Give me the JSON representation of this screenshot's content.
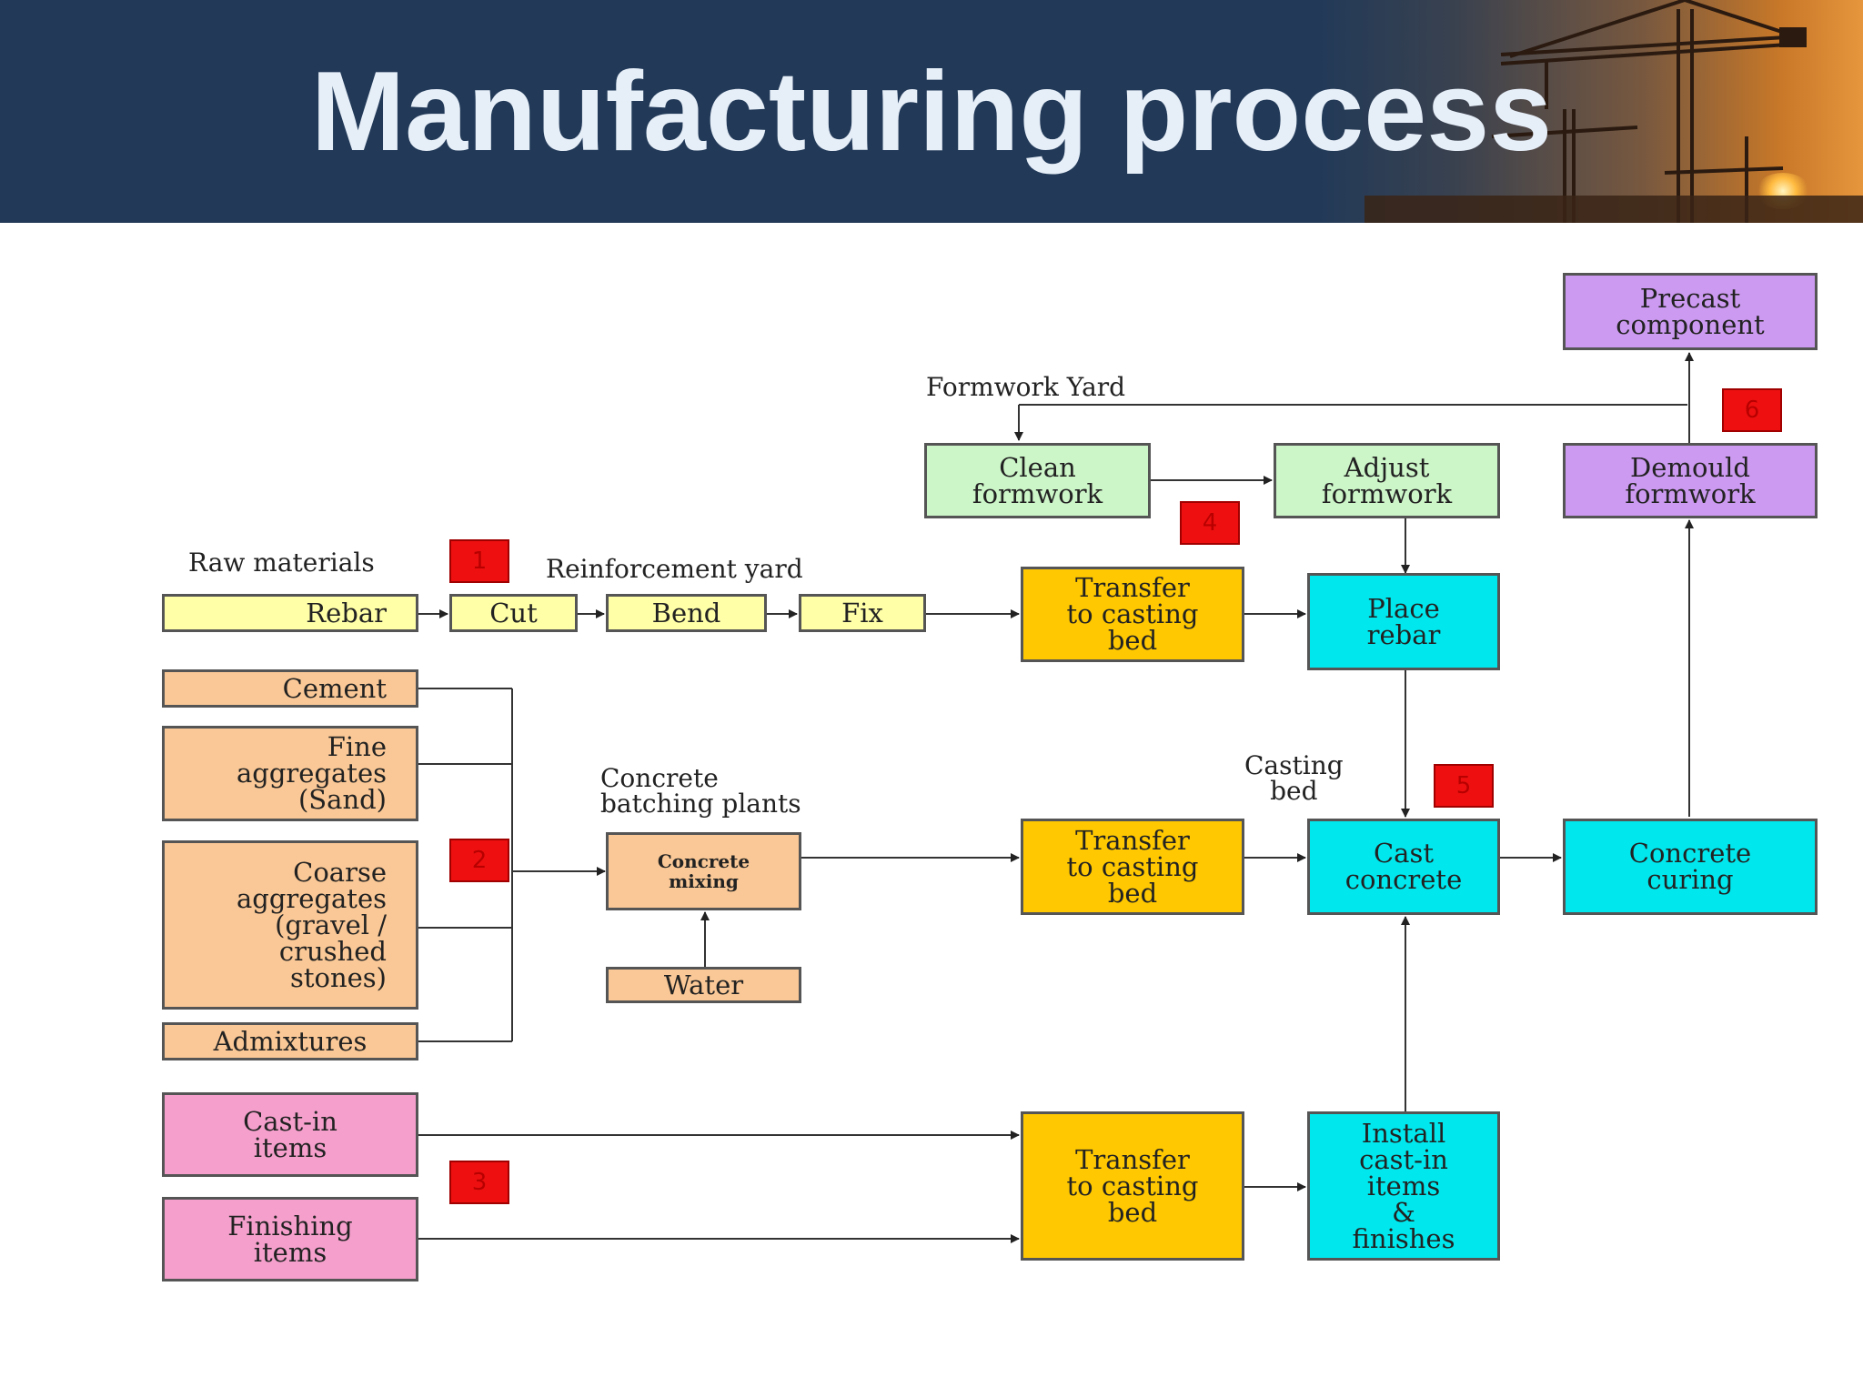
{
  "slide": {
    "title": "Manufacturing process"
  },
  "labels": {
    "raw_materials": "Raw materials",
    "reinforcement_yard": "Reinforcement yard",
    "formwork_yard": "Formwork Yard",
    "batching_plants": "Concrete\nbatching plants",
    "casting_bed": "Casting\nbed"
  },
  "boxes": {
    "rebar": "Rebar",
    "cut": "Cut",
    "bend": "Bend",
    "fix": "Fix",
    "cement": "Cement",
    "fine_aggregates": "Fine\naggregates\n(Sand)",
    "coarse_aggregates": "Coarse\naggregates\n(gravel /\ncrushed\nstones)",
    "admixtures": "Admixtures",
    "concrete_mixing": "Concrete\nmixing",
    "water": "Water",
    "cast_in_items": "Cast-in\nitems",
    "finishing_items": "Finishing\nitems",
    "clean_formwork": "Clean\nformwork",
    "adjust_formwork": "Adjust\nformwork",
    "transfer_rebar": "Transfer\nto casting\nbed",
    "transfer_concrete": "Transfer\nto casting\nbed",
    "transfer_items": "Transfer\nto casting\nbed",
    "place_rebar": "Place\nrebar",
    "cast_concrete": "Cast\nconcrete",
    "install_items": "Install\ncast-in\nitems\n&\nfinishes",
    "concrete_curing": "Concrete\ncuring",
    "demould_formwork": "Demould\nformwork",
    "precast_component": "Precast\ncomponent"
  },
  "badges": {
    "b1": "1",
    "b2": "2",
    "b3": "3",
    "b4": "4",
    "b5": "5",
    "b6": "6"
  }
}
